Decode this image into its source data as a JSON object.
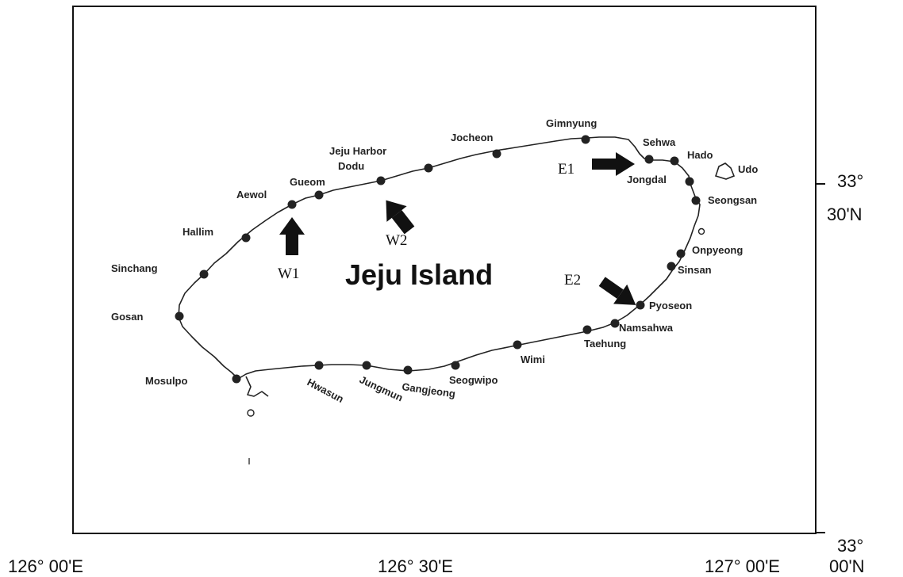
{
  "island": {
    "label": "Jeju Island",
    "color": "#111111"
  },
  "axes": {
    "x_ticks": [
      "126° 00'E",
      "126° 30'E",
      "127° 00'E"
    ],
    "y_ticks": [
      {
        "line1": "33°",
        "line2": "30'N"
      },
      {
        "line1": "33°",
        "line2": "00'N"
      }
    ]
  },
  "stations": [
    {
      "id": "gimnyung",
      "label": "Gimnyung"
    },
    {
      "id": "jocheon",
      "label": "Jocheon"
    },
    {
      "id": "jeju-harbor",
      "label": "Jeju Harbor"
    },
    {
      "id": "dodu",
      "label": "Dodu"
    },
    {
      "id": "guesom",
      "label": "Gueom"
    },
    {
      "id": "aewol",
      "label": "Aewol"
    },
    {
      "id": "hallim",
      "label": "Hallim"
    },
    {
      "id": "sinchang",
      "label": "Sinchang"
    },
    {
      "id": "gosan",
      "label": "Gosan"
    },
    {
      "id": "mosulpo",
      "label": "Mosulpo"
    },
    {
      "id": "hwasun",
      "label": "Hwasun"
    },
    {
      "id": "jungmun",
      "label": "Jungmun"
    },
    {
      "id": "gangjeong",
      "label": "Gangjeong"
    },
    {
      "id": "seogwipo",
      "label": "Seogwipo"
    },
    {
      "id": "wimi",
      "label": "Wimi"
    },
    {
      "id": "taehung",
      "label": "Taehung"
    },
    {
      "id": "namsahwa",
      "label": "Namsahwa"
    },
    {
      "id": "pyoseon",
      "label": "Pyoseon"
    },
    {
      "id": "sinsan",
      "label": "Sinsan"
    },
    {
      "id": "onpyeong",
      "label": "Onpyeong"
    },
    {
      "id": "seongsan",
      "label": "Seongsan"
    },
    {
      "id": "jongdal",
      "label": "Jongdal"
    },
    {
      "id": "sehwa",
      "label": "Sehwa"
    },
    {
      "id": "hado",
      "label": "Hado"
    }
  ],
  "udo": {
    "label": "Udo"
  },
  "arrows": [
    {
      "id": "w1",
      "label": "W1"
    },
    {
      "id": "w2",
      "label": "W2"
    },
    {
      "id": "e1",
      "label": "E1"
    },
    {
      "id": "e2",
      "label": "E2"
    }
  ]
}
